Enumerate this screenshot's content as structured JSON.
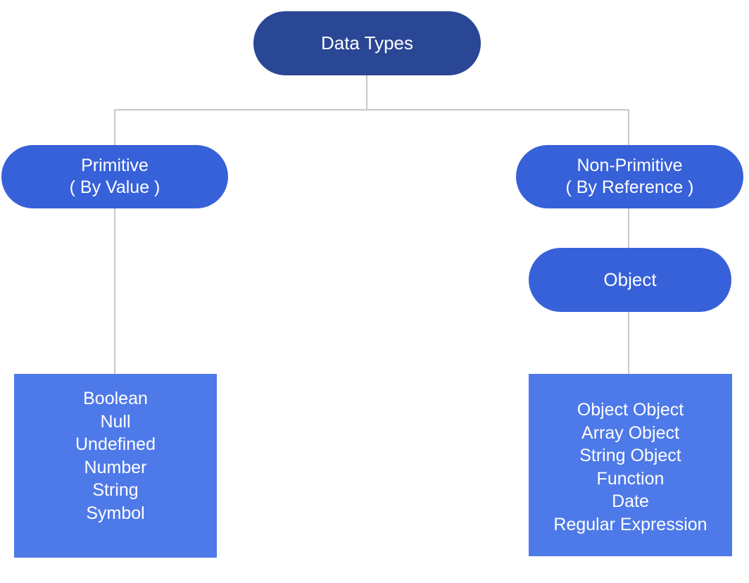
{
  "diagram": {
    "title_node": {
      "label": "Data Types"
    },
    "primitive_node": {
      "title": "Primitive",
      "subtitle": "( By Value )"
    },
    "non_primitive_node": {
      "title": "Non-Primitive",
      "subtitle": "( By Reference )"
    },
    "object_node": {
      "label": "Object"
    },
    "primitive_types": {
      "lines": [
        "Boolean",
        "Null",
        "Undefined",
        "Number",
        "String",
        "Symbol"
      ]
    },
    "non_primitive_types": {
      "lines": [
        "Object Object",
        "Array Object",
        "String Object",
        "Function",
        "Date",
        "Regular Expression"
      ]
    }
  },
  "colors": {
    "root_node": "#2A4795",
    "branch_node": "#3761D9",
    "leaf_box": "#4E79E8",
    "connector": "#C9C9C9",
    "text": "#FFFFFF",
    "background": "#FFFFFF"
  }
}
